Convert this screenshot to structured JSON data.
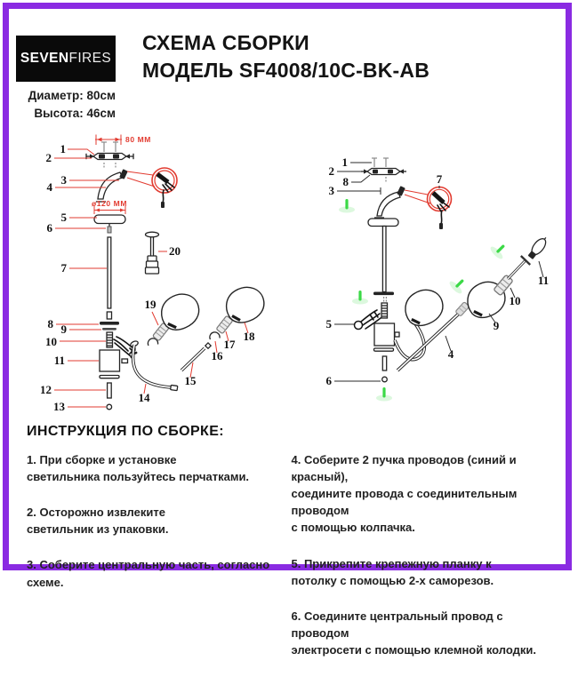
{
  "header": {
    "logo": {
      "brand_bold": "SEVEN",
      "brand_light": "FIRES"
    },
    "title_line1": "СХЕМА СБОРКИ",
    "title_line2": "МОДЕЛЬ SF4008/10C-BK-AB",
    "specs": {
      "diameter": "Диаметр: 80см",
      "height": "Высота: 46см"
    }
  },
  "diagram_left": {
    "dimensions": {
      "width": "80 MM",
      "diameter": "ø120 MM"
    },
    "labels": [
      "1",
      "2",
      "3",
      "4",
      "5",
      "6",
      "7",
      "8",
      "9",
      "10",
      "11",
      "12",
      "13",
      "14",
      "15",
      "16",
      "17",
      "18",
      "19",
      "20"
    ]
  },
  "diagram_right": {
    "labels": [
      "1",
      "2",
      "8",
      "3",
      "7",
      "5",
      "6",
      "4",
      "9",
      "10",
      "11"
    ]
  },
  "instructions": {
    "heading": "ИНСТРУКЦИЯ ПО СБОРКЕ:",
    "col_left": [
      "1. При сборке и установке\nсветильника пользуйтесь перчатками.",
      "2. Осторожно извлеките\nсветильник из упаковки.",
      "3. Соберите центральную часть, согласно схеме."
    ],
    "col_right": [
      "4. Соберите 2 пучка проводов (синий и красный),\nсоедините провода с соединительным проводом\nс помощью колпачка.",
      "5. Прикрепите крепежную планку к\nпотолку с помощью 2-х саморезов.",
      "6. Соедините центральный провод с проводом\nэлектросети с помощью клемной колодки."
    ]
  },
  "colors": {
    "frame_purple": "#8A2BE2",
    "accent_red": "#E23B30",
    "line_black": "#242424",
    "green_mark": "#3bd946"
  }
}
